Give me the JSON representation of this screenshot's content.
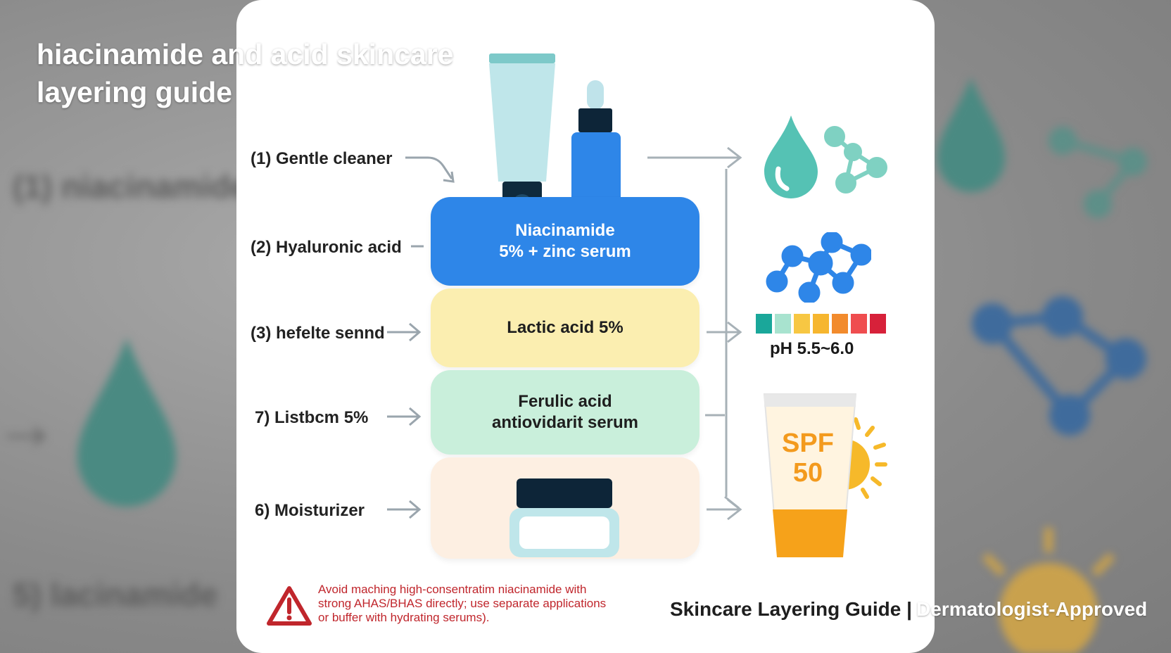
{
  "title_lines": [
    "hiacinamide and acid skincare",
    "layering guide"
  ],
  "steps": [
    {
      "label": "(1) Gentle cleaner"
    },
    {
      "label": "(2) Hyaluronic acid"
    },
    {
      "label": "(3) hefelte sennd"
    },
    {
      "label": "7) Listbcm 5%"
    },
    {
      "label": "6) Moisturizer"
    }
  ],
  "layers": [
    {
      "lines": [
        "Niacinamide",
        "5% + zinc serum"
      ],
      "color": "#2e86e8",
      "text_color": "#ffffff"
    },
    {
      "lines": [
        "Lactic acid 5%"
      ],
      "color": "#fbeeb0",
      "text_color": "#1e1e1e"
    },
    {
      "lines": [
        "Ferulic acid",
        "antiovidarit serum"
      ],
      "color": "#c9efdb",
      "text_color": "#1e1e1e"
    },
    {
      "lines": [],
      "color": "#fdefe2",
      "text_color": "#1e1e1e"
    }
  ],
  "ph": {
    "label": "pH   5.5~6.0",
    "swatches": [
      "#1aa79a",
      "#a8e3cf",
      "#f7c743",
      "#f6b62f",
      "#f28b2d",
      "#ef4d4f",
      "#d7213a"
    ]
  },
  "sunscreen": {
    "spf_lines": [
      "SPF",
      "50"
    ]
  },
  "warning": {
    "lines": [
      "Avoid maching high-consentratim niacinamide with",
      "strong AHAS/BHAS directly; use separate applications",
      "or buffer with hydrating serums)."
    ]
  },
  "footer": {
    "brand": "Skincare Layering Guide |",
    "tag": "Dermatologist-Approved"
  },
  "background_text": [
    "(1) niacinamide",
    "5) lacinamide"
  ],
  "colors": {
    "accent_blue": "#2e86e8",
    "teal": "#55c2b4",
    "warning_red": "#c0262c",
    "sun_orange": "#f6a21a"
  }
}
